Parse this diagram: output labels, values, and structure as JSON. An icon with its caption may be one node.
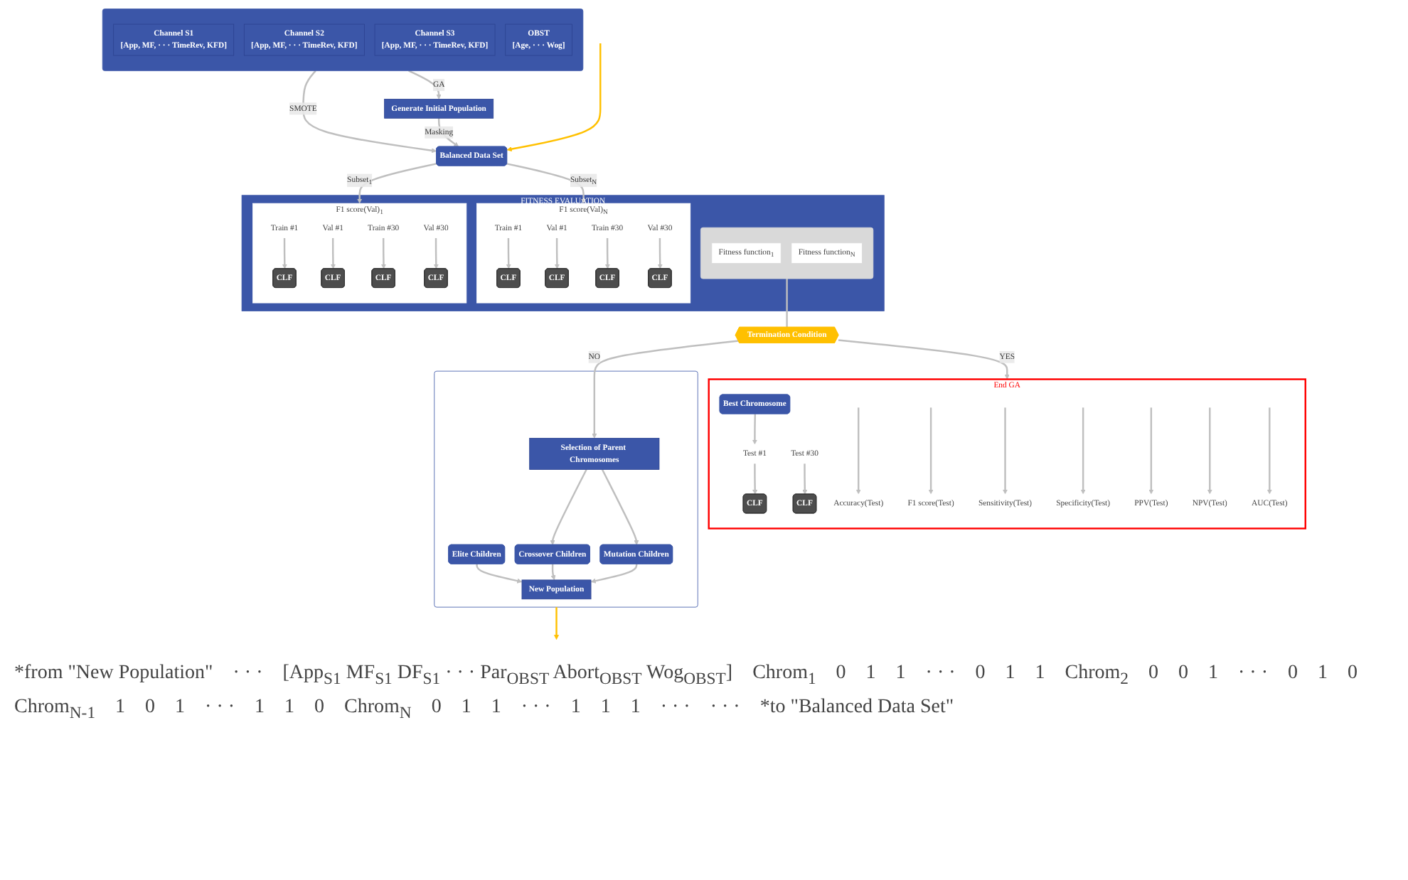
{
  "diagram": {
    "nodes": [
      {
        "text": [],
        "shape": "box"
      },
      {
        "text": [
          "Channel S1",
          "[App, MF, · · · TimeRev, KFD]"
        ],
        "in": 0
      },
      {
        "text": [
          "Channel S2",
          "[App, MF, · · · TimeRev, KFD]"
        ],
        "in": 0
      },
      {
        "text": [
          "Channel S3",
          "[App, MF, · · · TimeRev, KFD]"
        ],
        "in": 0
      },
      {
        "text": [
          "OBST",
          "[Age, · · · Wog]"
        ],
        "in": 0
      },
      {
        "text": [
          "Balanced Data Set"
        ]
      },
      {
        "text": [
          "Generate Initial Population"
        ]
      },
      {
        "text": [
          "FITNESS EVALUATION"
        ]
      },
      {
        "text": [
          "F1 score(Val)$_{1}$"
        ],
        "in": 7
      },
      {
        "text": [
          "Train #1"
        ],
        "in": 8
      },
      {
        "text": [
          "Val #1"
        ],
        "in": 8
      },
      {
        "text": [
          "CLF"
        ],
        "in": 8
      },
      {
        "text": [
          "CLF"
        ],
        "in": 8
      },
      {
        "text": [
          "Train #30"
        ],
        "in": 8
      },
      {
        "text": [
          "Val #30"
        ],
        "in": 8
      },
      {
        "text": [
          "CLF"
        ],
        "in": 8
      },
      {
        "text": [
          "CLF"
        ],
        "in": 8
      },
      {
        "text": [
          "F1 score(Val)$_{N}$"
        ],
        "in": 7
      },
      {
        "text": [
          "Train #1"
        ],
        "in": 17
      },
      {
        "text": [
          "Val #1"
        ],
        "in": 17
      },
      {
        "text": [
          "CLF"
        ],
        "in": 17
      },
      {
        "text": [
          "CLF"
        ],
        "in": 17
      },
      {
        "text": [
          "Train #30"
        ],
        "in": 17
      },
      {
        "text": [
          "Val #30"
        ],
        "in": 17
      },
      {
        "text": [
          "CLF"
        ],
        "in": 17
      },
      {
        "text": [
          "CLF"
        ],
        "in": 17
      },
      {
        "text": [],
        "shape": "box",
        "in": 7
      },
      {
        "text": [
          "Fitness function$_{1}$"
        ],
        "in": 26
      },
      {
        "text": [
          "Fitness function$_{N}$"
        ],
        "in": 26
      },
      {
        "text": [
          "Termination Condition"
        ]
      },
      {
        "text": [
          "End GA"
        ]
      },
      {
        "text": [
          "Best Chromosome"
        ],
        "in": 30
      },
      {
        "text": [
          "Test #1"
        ],
        "in": 30
      },
      {
        "text": [
          "CLF"
        ],
        "in": 30
      },
      {
        "text": [
          "Test #30"
        ],
        "in": 30
      },
      {
        "text": [
          "CLF"
        ],
        "in": 30
      },
      {
        "text": [
          "Accuracy(Test)"
        ],
        "in": 30
      },
      {
        "text": [
          "F1 score(Test)"
        ],
        "in": 30
      },
      {
        "text": [
          "Sensitivity(Test)"
        ],
        "in": 30
      },
      {
        "text": [
          "Specificity(Test)"
        ],
        "in": 30
      },
      {
        "text": [
          "PPV(Test)"
        ],
        "in": 30
      },
      {
        "text": [
          "NPV(Test)"
        ],
        "in": 30
      },
      {
        "text": [
          "AUC(Test)"
        ],
        "in": 30
      },
      {
        "text": [],
        "shape": "box"
      },
      {
        "text": [
          "New Population"
        ],
        "in": 43
      },
      {
        "text": [
          "Elite Children"
        ],
        "in": 43
      },
      {
        "text": [
          "Crossover Children"
        ],
        "in": 43
      },
      {
        "text": [
          "Mutation Children"
        ],
        "in": 43
      },
      {
        "text": [
          "Selection of Parent Chromosomes"
        ],
        "in": 43
      }
    ],
    "edges": [
      {
        "from": 0,
        "to": 5,
        "arrow": "to",
        "label": "SMOTE"
      },
      {
        "from": 0,
        "to": 6,
        "arrow": "to",
        "label": "GA"
      },
      {
        "from": 6,
        "to": 5,
        "arrow": "to",
        "label": "Masking"
      },
      {
        "from": 5,
        "to": 8,
        "arrow": "to",
        "label": "Subset$_{1}$"
      },
      {
        "from": 5,
        "to": 17,
        "arrow": "to",
        "label": "Subset$_{N}$"
      },
      {
        "from": 9,
        "to": 11,
        "arrow": "to"
      },
      {
        "from": 10,
        "to": 12,
        "arrow": "to"
      },
      {
        "from": 13,
        "to": 15,
        "arrow": "to"
      },
      {
        "from": 14,
        "to": 16,
        "arrow": "to"
      },
      {
        "from": 18,
        "to": 20,
        "arrow": "to"
      },
      {
        "from": 19,
        "to": 21,
        "arrow": "to"
      },
      {
        "from": 22,
        "to": 24,
        "arrow": "to"
      },
      {
        "from": 23,
        "to": 25,
        "arrow": "to"
      },
      {
        "from": 26,
        "to": 29,
        "arrow": "none"
      },
      {
        "from": 29,
        "to": 30,
        "arrow": "to",
        "label": "YES"
      },
      {
        "from": 29,
        "to": 48,
        "arrow": "to",
        "label": "NO"
      },
      {
        "from": 31,
        "to": 32,
        "arrow": "to"
      },
      {
        "from": 32,
        "to": 33,
        "arrow": "to"
      },
      {
        "from": 34,
        "to": 35,
        "arrow": "to"
      },
      {
        "from": null,
        "to": 36,
        "arrow": "to"
      },
      {
        "from": null,
        "to": 37,
        "arrow": "to"
      },
      {
        "from": null,
        "to": 38,
        "arrow": "to"
      },
      {
        "from": null,
        "to": 39,
        "arrow": "to"
      },
      {
        "from": null,
        "to": 40,
        "arrow": "to"
      },
      {
        "from": null,
        "to": 41,
        "arrow": "to"
      },
      {
        "from": null,
        "to": 42,
        "arrow": "to"
      },
      {
        "from": 48,
        "to": 46,
        "arrow": "to"
      },
      {
        "from": 48,
        "to": 47,
        "arrow": "to"
      },
      {
        "from": 45,
        "to": 44,
        "arrow": "to"
      },
      {
        "from": 46,
        "to": 44,
        "arrow": "to"
      },
      {
        "from": 47,
        "to": 44,
        "arrow": "to"
      },
      {
        "from": null,
        "to": 5,
        "arrow": "to",
        "color": "#ffc000"
      },
      {
        "from": 43,
        "to": null,
        "arrow": "to",
        "color": "#ffc000"
      }
    ],
    "labels": [
      "*from \"New Population\"",
      "· · ·",
      "[App$_{S1}$ MF$_{S1}$ DF$_{S1}$ · · · Par$_{OBST}$ Abort$_{OBST}$ Wog$_{OBST}$]",
      "Chrom$_{1}$",
      "0",
      "1",
      "1",
      "· · ·",
      "0",
      "1",
      "1",
      "Chrom$_{2}$",
      "0",
      "0",
      "1",
      "· · ·",
      "0",
      "1",
      "0",
      "Chrom$_{N-1}$",
      "1",
      "0",
      "1",
      "· · ·",
      "1",
      "1",
      "0",
      "Chrom$_{N}$",
      "0",
      "1",
      "1",
      "· · ·",
      "1",
      "1",
      "1",
      "· · ·",
      "· · ·",
      "*to \"Balanced Data Set\""
    ]
  }
}
